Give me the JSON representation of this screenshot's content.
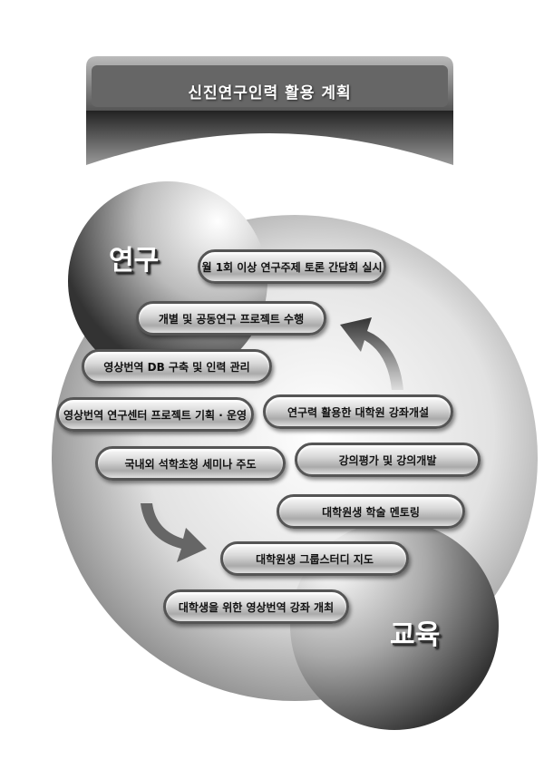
{
  "title": "신진연구인력 활용 계획",
  "labels": {
    "research": "연구",
    "education": "교육"
  },
  "items": [
    "월 1회 이상 연구주제 토론 간담회 실시",
    "개별 및 공동연구 프로젝트 수행",
    "영상번역 DB 구축 및 인력 관리",
    "영상번역 연구센터 프로젝트 기획 · 운영",
    "연구력 활용한 대학원 강좌개설",
    "국내외 석학초청 세미나 주도",
    "강의평가 및 강의개발",
    "대학원생 학술 멘토링",
    "대학원생 그룹스터디 지도",
    "대학생을 위한 영상번역 강좌 개최"
  ]
}
